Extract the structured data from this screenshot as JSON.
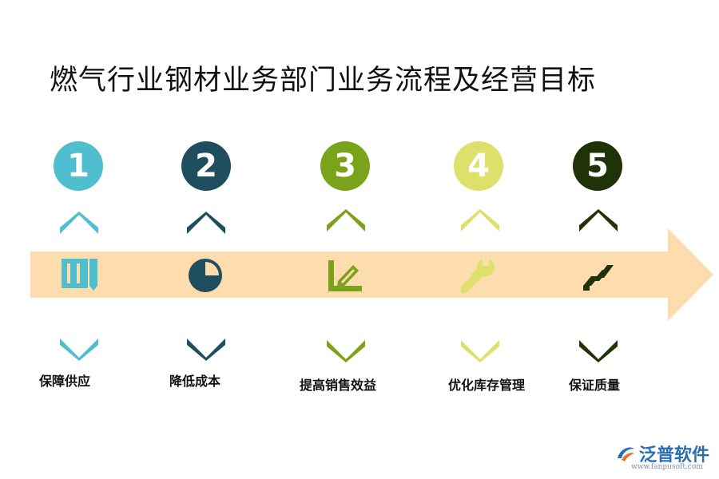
{
  "title": "燃气行业钢材业务部门业务流程及经营目标",
  "band_color": "#fddcad",
  "steps": [
    {
      "number": "1",
      "label": "保障供应",
      "color": "#4fbfcf",
      "icon": "book-icon"
    },
    {
      "number": "2",
      "label": "降低成本",
      "color": "#1f4e5f",
      "icon": "pie-chart-icon"
    },
    {
      "number": "3",
      "label": "提高销售效益",
      "color": "#7aa21a",
      "icon": "edit-icon"
    },
    {
      "number": "4",
      "label": "优化库存管理",
      "color": "#dde06a",
      "icon": "wrench-icon"
    },
    {
      "number": "5",
      "label": "保证质量",
      "color": "#1f3208",
      "icon": "arrows-icon"
    }
  ],
  "brand": {
    "name": "泛普软件",
    "url": "www.fanpusoft.com"
  }
}
